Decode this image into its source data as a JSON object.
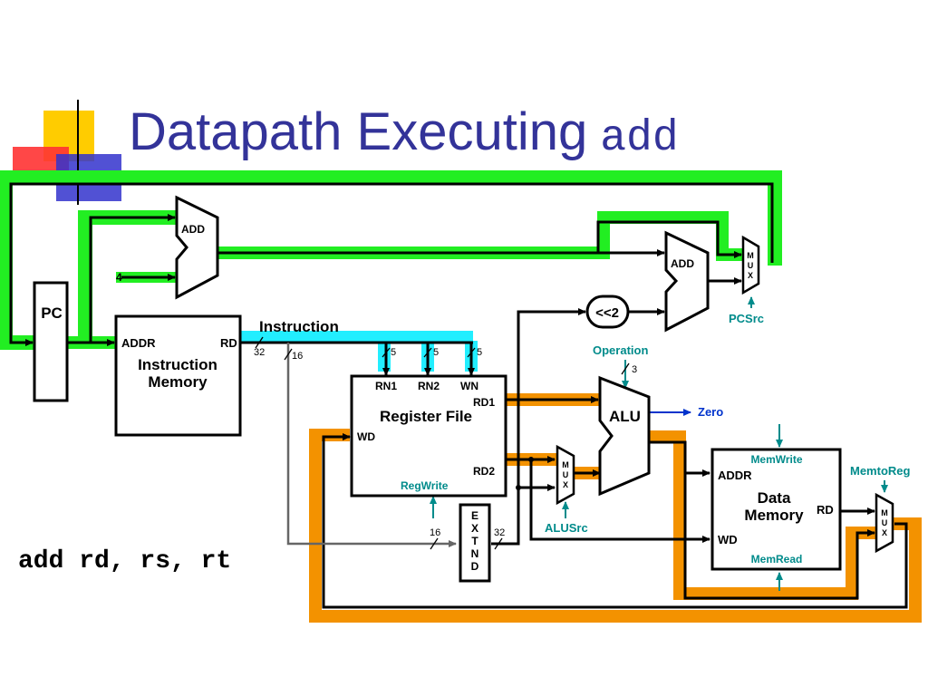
{
  "title": {
    "main": "Datapath Executing",
    "mono": "add"
  },
  "instruction_syntax": "add rd, rs, rt",
  "labels": {
    "pc": "PC",
    "add_top": "ADD",
    "add_branch": "ADD",
    "const_four": "4",
    "shift_left": "<<2",
    "mux_letters": [
      "M",
      "U",
      "X"
    ],
    "pcsrc": "PCSrc",
    "imem_addr": "ADDR",
    "imem_rd": "RD",
    "imem_name_1": "Instruction",
    "imem_name_2": "Memory",
    "instruction_bus": "Instruction",
    "bus_width_32": "32",
    "bus_width_16": "16",
    "bus_width_5a": "5",
    "bus_width_5b": "5",
    "bus_width_5c": "5",
    "rn1": "RN1",
    "rn2": "RN2",
    "wn": "WN",
    "rd1": "RD1",
    "rd2": "RD2",
    "wd": "WD",
    "regfile_name": "Register File",
    "regwrite": "RegWrite",
    "extend_letters": [
      "E",
      "X",
      "T",
      "N",
      "D"
    ],
    "ext_in_16": "16",
    "ext_out_32": "32",
    "alusrc": "ALUSrc",
    "alu": "ALU",
    "operation": "Operation",
    "operation_width": "3",
    "zero": "Zero",
    "memwrite": "MemWrite",
    "dmem_addr": "ADDR",
    "dmem_name_1": "Data",
    "dmem_name_2": "Memory",
    "dmem_rd": "RD",
    "dmem_wd": "WD",
    "memread": "MemRead",
    "memtoreg": "MemtoReg"
  },
  "colors": {
    "title_blue": "#333399",
    "control_teal": "#008B8B",
    "green_highlight": "#22EE22",
    "cyan_highlight": "#22EEFF",
    "orange_highlight": "#F39200",
    "zero_blue": "#0033CC",
    "deco_yellow": "#FFCC00",
    "deco_red": "#FF3333",
    "deco_blue": "#3333CC"
  }
}
